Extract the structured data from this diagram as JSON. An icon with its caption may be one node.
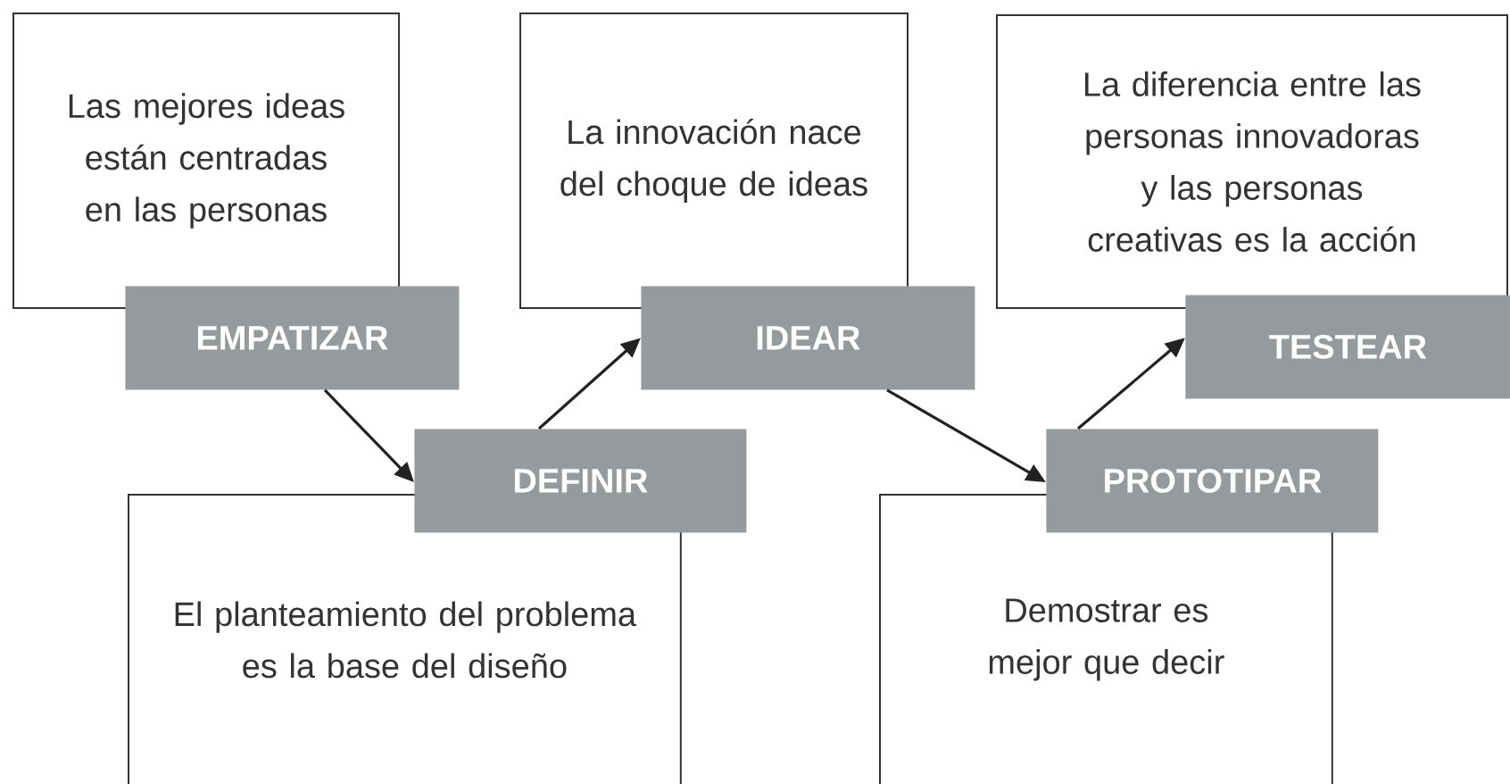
{
  "diagram": {
    "nodes": [
      {
        "text": [
          "Las mejores ideas están centradas en las personas"
        ]
      },
      {
        "text": [
          "EMPATIZAR"
        ]
      },
      {
        "text": [
          "La innovación nace del choque de ideas"
        ]
      },
      {
        "text": [
          "IDEAR"
        ]
      },
      {
        "text": [
          "La diferencia entre las personas innovadoras y las personas creativas es la acción"
        ]
      },
      {
        "text": [
          "TESTEAR"
        ]
      },
      {
        "text": [
          "DEFINIR"
        ]
      },
      {
        "text": [
          "El planteamiento del problema es la base del diseño"
        ]
      },
      {
        "text": [
          "PROTOTIPAR"
        ]
      },
      {
        "text": [
          "Demostrar es mejor que decir"
        ]
      }
    ],
    "edges": [
      {
        "from": 1,
        "to": 6,
        "arrow": "to"
      },
      {
        "from": 6,
        "to": 3,
        "arrow": "to"
      },
      {
        "from": 3,
        "to": 8,
        "arrow": "to"
      },
      {
        "from": 8,
        "to": 5,
        "arrow": "to"
      }
    ]
  }
}
